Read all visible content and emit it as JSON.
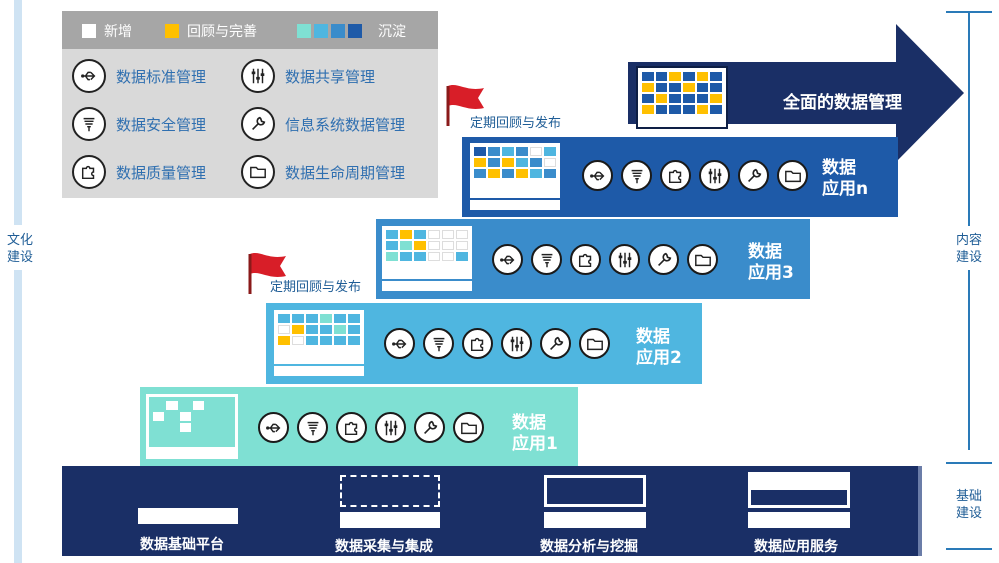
{
  "left_axis": {
    "label_line1": "文化",
    "label_line2": "建设"
  },
  "right_axis": {
    "content_line1": "内容",
    "content_line2": "建设",
    "base_line1": "基础",
    "base_line2": "建设"
  },
  "legend": {
    "new_label": "新增",
    "review_label": "回顾与完善",
    "settle_label": "沉淀",
    "colors": {
      "new": "#ffffff",
      "review": "#ffc000",
      "settle": [
        "#7fe0d3",
        "#4fb6e0",
        "#3a8ccb",
        "#1e5aa8"
      ]
    }
  },
  "capabilities": [
    {
      "icon": "usb-icon",
      "label": "数据标准管理"
    },
    {
      "icon": "sliders-icon",
      "label": "数据共享管理"
    },
    {
      "icon": "shield-icon",
      "label": "数据安全管理"
    },
    {
      "icon": "wrench-icon",
      "label": "信息系统数据管理"
    },
    {
      "icon": "puzzle-icon",
      "label": "数据质量管理"
    },
    {
      "icon": "folder-icon",
      "label": "数据生命周期管理"
    }
  ],
  "flags": [
    {
      "label": "定期回顾与发布"
    },
    {
      "label": "定期回顾与发布"
    }
  ],
  "steps": [
    {
      "line1": "数据",
      "line2": "应用1",
      "color": "#7fe0d3"
    },
    {
      "line1": "数据",
      "line2": "应用2",
      "color": "#4fb6e0"
    },
    {
      "line1": "数据",
      "line2": "应用3",
      "color": "#3a8ccb"
    },
    {
      "line1": "数据",
      "line2": "应用n",
      "color": "#1e5aa8"
    }
  ],
  "top_arrow": {
    "label": "全面的数据管理",
    "color": "#1a2f66"
  },
  "step_icons": [
    "usb-icon",
    "shield-icon",
    "puzzle-icon",
    "sliders-icon",
    "wrench-icon",
    "folder-icon"
  ],
  "foundation": {
    "items": [
      {
        "label": "数据基础平台"
      },
      {
        "label": "数据采集与集成"
      },
      {
        "label": "数据分析与挖掘"
      },
      {
        "label": "数据应用服务"
      }
    ]
  }
}
